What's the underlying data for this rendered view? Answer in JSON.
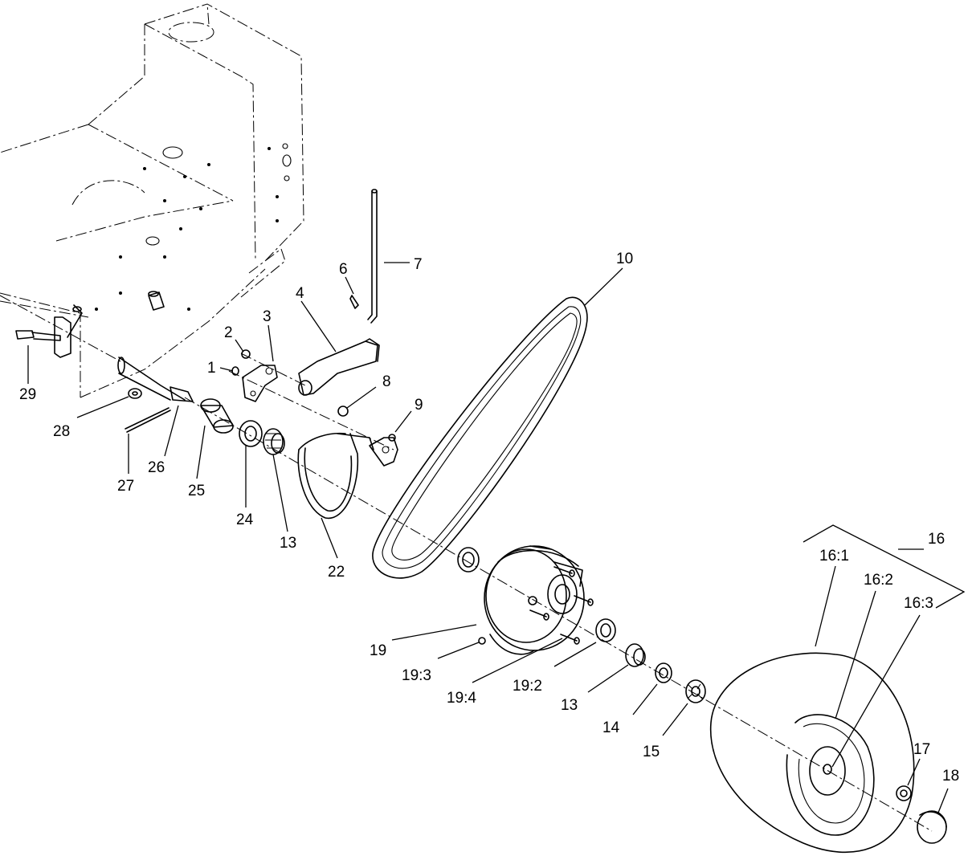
{
  "diagram": {
    "callouts": [
      {
        "id": "c1",
        "label": "1"
      },
      {
        "id": "c2",
        "label": "2"
      },
      {
        "id": "c3",
        "label": "3"
      },
      {
        "id": "c4",
        "label": "4"
      },
      {
        "id": "c6",
        "label": "6"
      },
      {
        "id": "c7",
        "label": "7"
      },
      {
        "id": "c8",
        "label": "8"
      },
      {
        "id": "c9",
        "label": "9"
      },
      {
        "id": "c10",
        "label": "10"
      },
      {
        "id": "c13a",
        "label": "13"
      },
      {
        "id": "c13b",
        "label": "13"
      },
      {
        "id": "c14",
        "label": "14"
      },
      {
        "id": "c15",
        "label": "15"
      },
      {
        "id": "c16",
        "label": "16"
      },
      {
        "id": "c16_1",
        "label": "16:1"
      },
      {
        "id": "c16_2",
        "label": "16:2"
      },
      {
        "id": "c16_3",
        "label": "16:3"
      },
      {
        "id": "c17",
        "label": "17"
      },
      {
        "id": "c18",
        "label": "18"
      },
      {
        "id": "c19",
        "label": "19"
      },
      {
        "id": "c19_2",
        "label": "19:2"
      },
      {
        "id": "c19_3",
        "label": "19:3"
      },
      {
        "id": "c19_4",
        "label": "19:4"
      },
      {
        "id": "c22",
        "label": "22"
      },
      {
        "id": "c24",
        "label": "24"
      },
      {
        "id": "c25",
        "label": "25"
      },
      {
        "id": "c26",
        "label": "26"
      },
      {
        "id": "c27",
        "label": "27"
      },
      {
        "id": "c28",
        "label": "28"
      },
      {
        "id": "c29",
        "label": "29"
      }
    ]
  }
}
